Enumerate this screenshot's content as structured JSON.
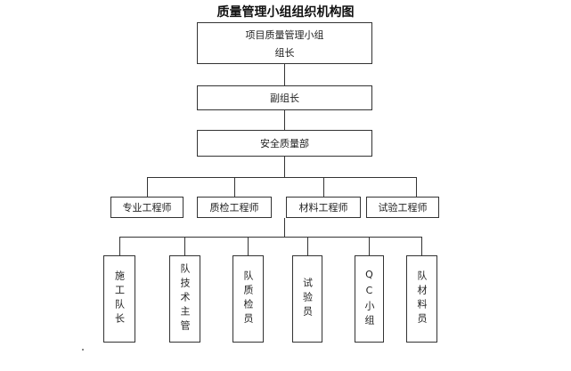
{
  "title": "质量管理小组组织机构图",
  "top": {
    "line1": "项目质量管理小组",
    "line2": "组长"
  },
  "deputy": "副组长",
  "safety": "安全质量部",
  "engineers": [
    "专业工程师",
    "质检工程师",
    "材料工程师",
    "试验工程师"
  ],
  "staff": [
    "施工队长",
    "队技术主管",
    "队质检员",
    "试验员",
    "QC小组",
    "队材料员"
  ]
}
